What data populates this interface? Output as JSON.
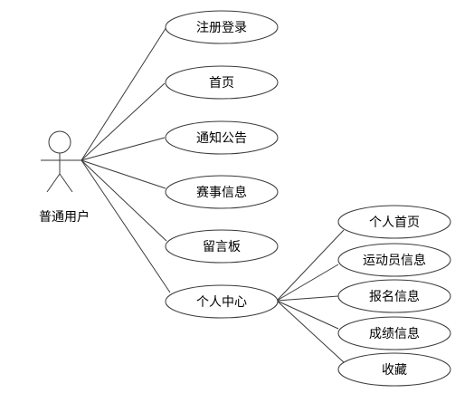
{
  "actor": {
    "label": "普通用户"
  },
  "use_cases": [
    {
      "id": "register-login",
      "label": "注册登录"
    },
    {
      "id": "home",
      "label": "首页"
    },
    {
      "id": "notice",
      "label": "通知公告"
    },
    {
      "id": "event-info",
      "label": "赛事信息"
    },
    {
      "id": "message-board",
      "label": "留言板"
    },
    {
      "id": "personal-center",
      "label": "个人中心"
    }
  ],
  "sub_use_cases": [
    {
      "id": "personal-home",
      "label": "个人首页"
    },
    {
      "id": "athlete-info",
      "label": "运动员信息"
    },
    {
      "id": "signup-info",
      "label": "报名信息"
    },
    {
      "id": "score-info",
      "label": "成绩信息"
    },
    {
      "id": "favorites",
      "label": "收藏"
    }
  ]
}
